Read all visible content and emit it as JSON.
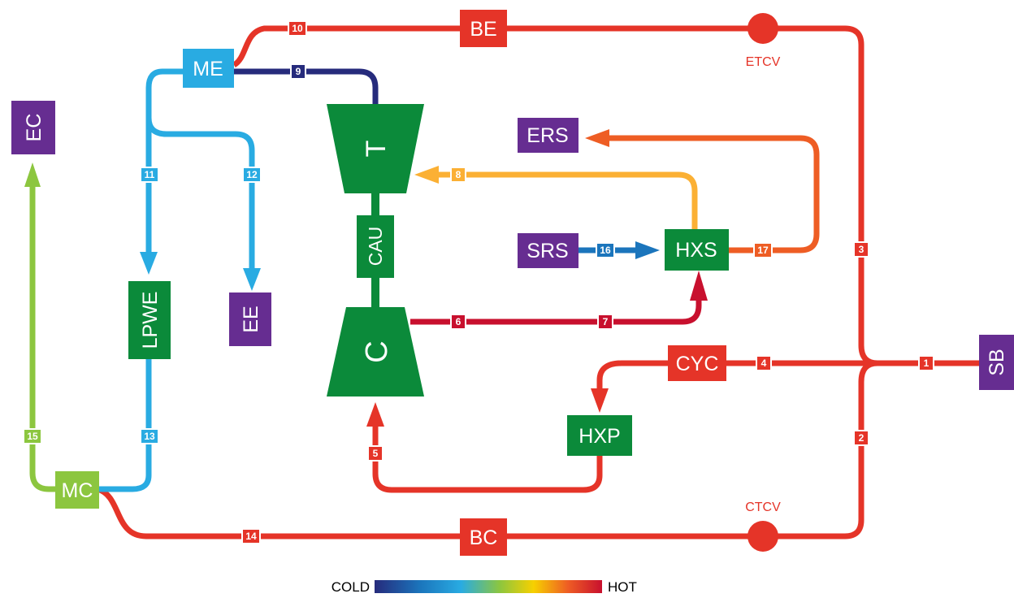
{
  "colors": {
    "hot_red": "#e53428",
    "dark_red": "#c8102e",
    "orange": "#ee5d24",
    "amber": "#fbb034",
    "sky_blue": "#29abe2",
    "mid_blue": "#1b75bc",
    "navy": "#262b7c",
    "lime": "#8cc63f",
    "green": "#0b8a3a",
    "purple": "#662d91"
  },
  "components": {
    "be": "BE",
    "bc": "BC",
    "me": "ME",
    "ec": "EC",
    "lpwe": "LPWE",
    "ee": "EE",
    "mc": "MC",
    "turbine": "T",
    "cau": "CAU",
    "compressor": "C",
    "ers": "ERS",
    "srs": "SRS",
    "hxs": "HXS",
    "hxp": "HXP",
    "cyc": "CYC",
    "sb": "SB"
  },
  "valves": {
    "etcv": "ETCV",
    "ctcv": "CTCV"
  },
  "streams": [
    "1",
    "2",
    "3",
    "4",
    "5",
    "6",
    "7",
    "8",
    "9",
    "10",
    "11",
    "12",
    "13",
    "14",
    "15",
    "16",
    "17"
  ],
  "legend": {
    "cold": "COLD",
    "hot": "HOT",
    "gradient": [
      "#262b7c",
      "#1b75bc",
      "#29abe2",
      "#8cc63f",
      "#f7d000",
      "#ee5d24",
      "#c8102e"
    ]
  }
}
